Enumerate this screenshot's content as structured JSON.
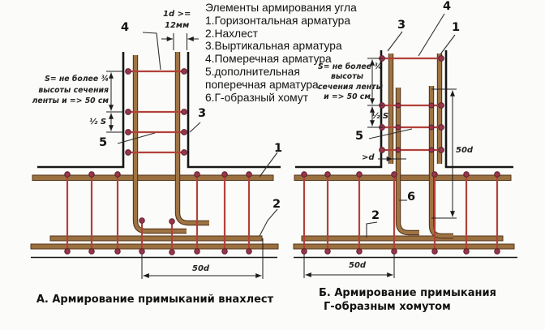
{
  "title": "Элементы армирования угла",
  "legend": {
    "lines": [
      "1.Горизонтальная арматура",
      "2.Нахлест",
      "3.Выртикальная арматура",
      "4.Померечная арматура",
      "5.дополнительная",
      "поперечная арматура",
      "6.Г-образный хомут"
    ]
  },
  "notes": {
    "a": {
      "l1": "S= не более ¾",
      "l2": "высоты сечения",
      "l3": "ленты и => 50 см",
      "half": "½ S"
    },
    "b": {
      "l1": "S= не более ¾",
      "l2": "высоты",
      "l3": "сечения ленты",
      "l4": "и => 50 см",
      "half": "½ S"
    }
  },
  "dims": {
    "bar_d": "1d >=",
    "bar_mm": "12мм",
    "lap": "50d",
    "gap": ">d"
  },
  "callouts": {
    "c1": "1",
    "c2": "2",
    "c3": "3",
    "c4": "4",
    "c5": "5",
    "c6": "6"
  },
  "captions": {
    "a": "А. Армирование примыканий внахлест",
    "b1": "Б. Армирование примыкания",
    "b2": "Г-образным хомутом"
  },
  "colors": {
    "rebar": "#9a7040",
    "rebar_edge": "#54351a",
    "tie": "#b2413a",
    "dot": "#97354a",
    "line": "#161616"
  }
}
